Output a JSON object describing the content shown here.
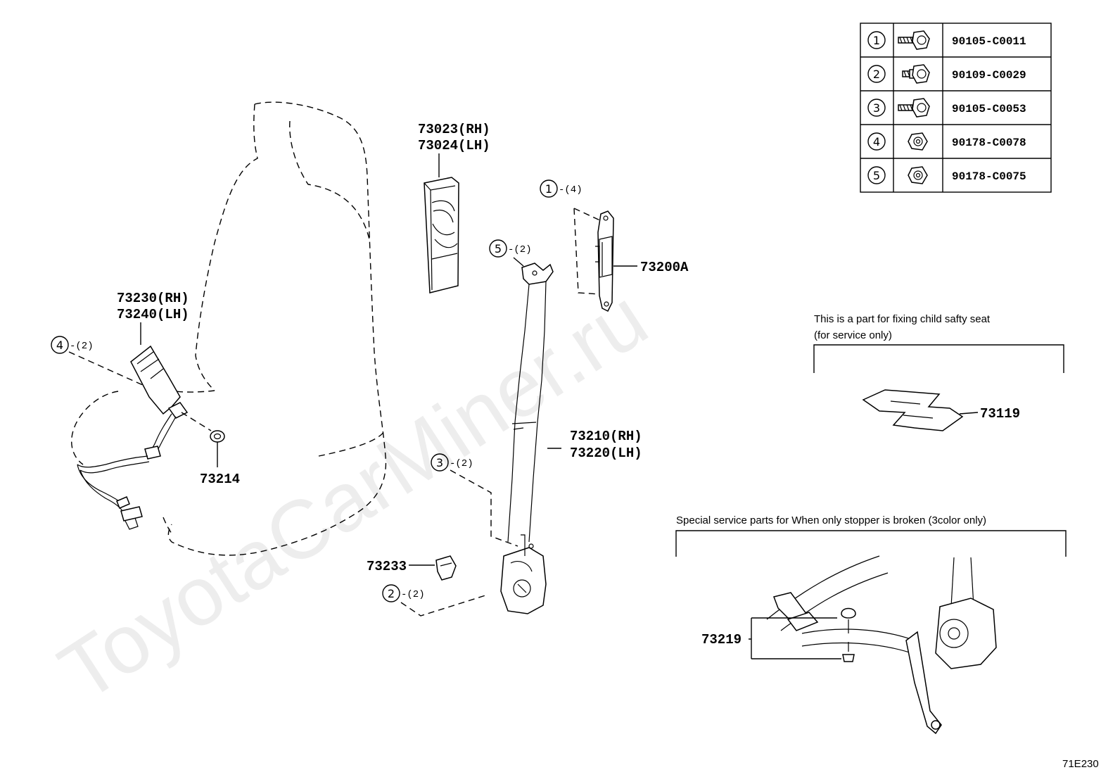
{
  "fastener_table": [
    {
      "index": "1",
      "symbol": "①",
      "icon": "bolt-icon",
      "code": "90105-C0011"
    },
    {
      "index": "2",
      "symbol": "②",
      "icon": "stud-bolt-icon",
      "code": "90109-C0029"
    },
    {
      "index": "3",
      "symbol": "③",
      "icon": "bolt-icon",
      "code": "90105-C0053"
    },
    {
      "index": "4",
      "symbol": "④",
      "icon": "nut-icon",
      "code": "90178-C0078"
    },
    {
      "index": "5",
      "symbol": "⑤",
      "icon": "nut-icon",
      "code": "90178-C0075"
    }
  ],
  "labels": {
    "cover_rh": "73023(RH)",
    "cover_lh": "73024(LH)",
    "buckle_rh": "73230(RH)",
    "buckle_lh": "73240(LH)",
    "washer": "73214",
    "anchor_adjuster": "73200A",
    "belt_rh": "73210(RH)",
    "belt_lh": "73220(LH)",
    "stopper_cover": "73233",
    "child_seat_fixing": "73119",
    "stopper_kit": "73219"
  },
  "callouts": {
    "c1": {
      "symbol": "①",
      "qty": "-(4)"
    },
    "c5": {
      "symbol": "⑤",
      "qty": "-(2)"
    },
    "c4": {
      "symbol": "④",
      "qty": "-(2)"
    },
    "c3": {
      "symbol": "③",
      "qty": "-(2)"
    },
    "c2": {
      "symbol": "②",
      "qty": "-(2)"
    }
  },
  "notes": {
    "child_seat_line1": "This is a part for fixing child safty seat",
    "child_seat_line2": "(for service only)",
    "stopper": "Special service parts for When only stopper is broken (3color only)"
  },
  "watermark": "ToyotaCarMiner.ru",
  "figure_code": "71E230"
}
